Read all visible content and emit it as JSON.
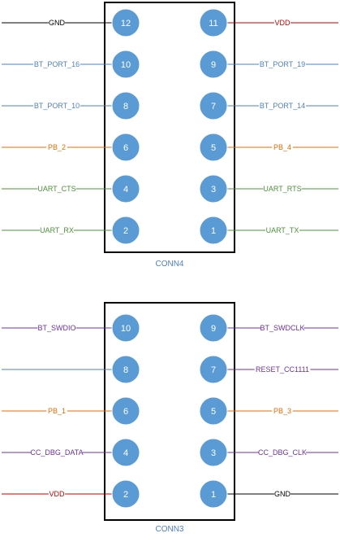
{
  "connectors": [
    {
      "title": "CONN4",
      "pins": [
        {
          "num": "12",
          "label": "GND",
          "color": "#000000"
        },
        {
          "num": "11",
          "label": "VDD",
          "color": "#c00000"
        },
        {
          "num": "10",
          "label": "BT_PORT_16",
          "color": "#4f81bd"
        },
        {
          "num": "9",
          "label": "BT_PORT_19",
          "color": "#4f81bd"
        },
        {
          "num": "8",
          "label": "BT_PORT_10",
          "color": "#4f81bd"
        },
        {
          "num": "7",
          "label": "BT_PORT_14",
          "color": "#4f81bd"
        },
        {
          "num": "6",
          "label": "PB_2",
          "color": "#e36c09"
        },
        {
          "num": "5",
          "label": "PB_4",
          "color": "#e36c09"
        },
        {
          "num": "4",
          "label": "UART_CTS",
          "color": "#4f8f3a"
        },
        {
          "num": "3",
          "label": "UART_RTS",
          "color": "#4f8f3a"
        },
        {
          "num": "2",
          "label": "UART_RX",
          "color": "#4f8f3a"
        },
        {
          "num": "1",
          "label": "UART_TX",
          "color": "#4f8f3a"
        }
      ]
    },
    {
      "title": "CONN3",
      "pins": [
        {
          "num": "10",
          "label": "BT_SWDIO",
          "color": "#7030a0"
        },
        {
          "num": "9",
          "label": "BT_SWDCLK",
          "color": "#7030a0"
        },
        {
          "num": "8",
          "label": "",
          "color": "#4f81bd"
        },
        {
          "num": "7",
          "label": "RESET_CC1111",
          "color": "#7030a0"
        },
        {
          "num": "6",
          "label": "PB_1",
          "color": "#e36c09"
        },
        {
          "num": "5",
          "label": "PB_3",
          "color": "#e36c09"
        },
        {
          "num": "4",
          "label": "CC_DBG_DATA",
          "color": "#7030a0"
        },
        {
          "num": "3",
          "label": "CC_DBG_CLK",
          "color": "#7030a0"
        },
        {
          "num": "2",
          "label": "VDD",
          "color": "#c00000"
        },
        {
          "num": "1",
          "label": "GND",
          "color": "#000000"
        }
      ]
    }
  ],
  "colors": {
    "pin_fill": "#5b9bd5",
    "box_stroke": "#000000",
    "title": "#4f81bd"
  }
}
